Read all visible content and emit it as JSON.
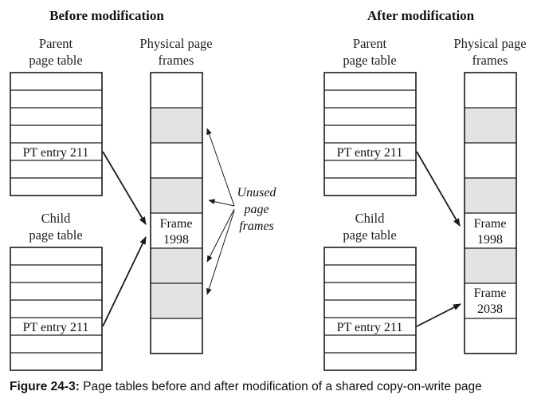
{
  "before": {
    "heading": "Before modification",
    "parent_label": [
      "Parent",
      "page table"
    ],
    "child_label": [
      "Child",
      "page table"
    ],
    "frames_label": [
      "Physical page",
      "frames"
    ],
    "parent_entry": "PT entry 211",
    "child_entry": "PT entry 211",
    "frame_a": [
      "Frame",
      "1998"
    ]
  },
  "after": {
    "heading": "After modification",
    "parent_label": [
      "Parent",
      "page table"
    ],
    "child_label": [
      "Child",
      "page table"
    ],
    "frames_label": [
      "Physical page",
      "frames"
    ],
    "parent_entry": "PT entry 211",
    "child_entry": "PT entry 211",
    "frame_a": [
      "Frame",
      "1998"
    ],
    "frame_b": [
      "Frame",
      "2038"
    ]
  },
  "unused_label": [
    "Unused",
    "page",
    "frames"
  ],
  "caption": {
    "figure_label": "Figure 24-3:",
    "text": " Page tables before and after modification of a shared copy-on-write page"
  },
  "colors": {
    "unused_fill": "#e3e3e3",
    "stroke": "#1a1a1a"
  }
}
